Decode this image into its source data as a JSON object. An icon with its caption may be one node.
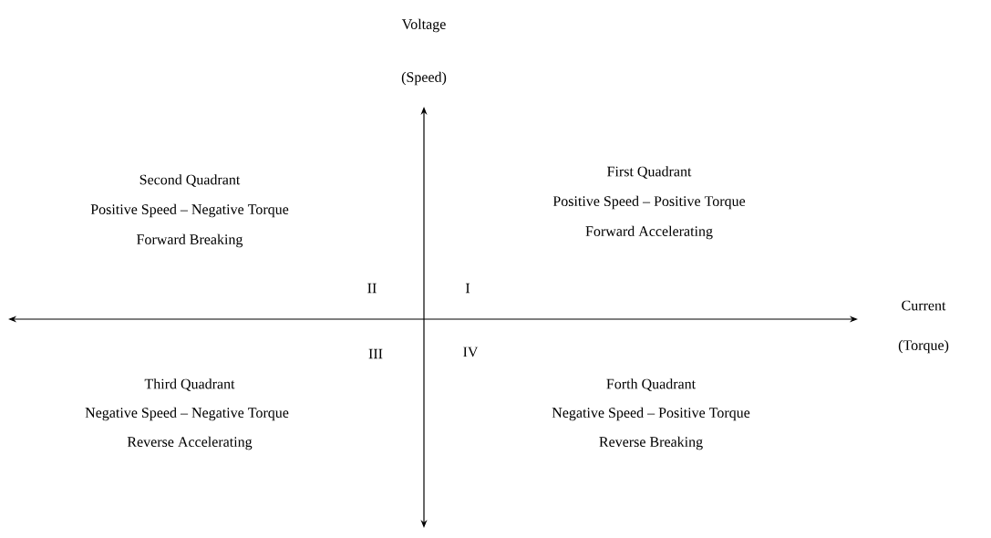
{
  "diagram": {
    "labels": [
      "Voltage",
      "(Speed)",
      "Second Quadrant",
      "Positive Speed – Negative Torque",
      "Forward Breaking",
      "First Quadrant",
      "Positive Speed – Positive  Torque",
      "Forward Accelerating",
      "II",
      "I",
      "Current",
      "(Torque)",
      "III",
      "IV",
      "Third Quadrant",
      "Negative Speed – Negative Torque",
      "Reverse Accelerating",
      "Forth Quadrant",
      "Negative Speed – Positive Torque",
      "Reverse Breaking"
    ]
  }
}
